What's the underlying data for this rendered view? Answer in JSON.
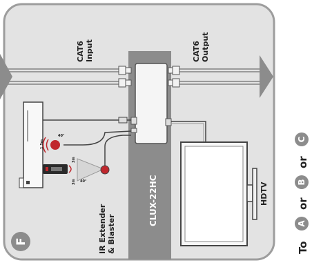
{
  "panel_letter": "F",
  "device_name": "CLUX-22HC",
  "cat6_input": {
    "line1": "CAT6",
    "line2": "Input"
  },
  "cat6_output": {
    "line1": "CAT6",
    "line2": "Output"
  },
  "ir_label": {
    "line1": "IR Extender",
    "line2": "& Blaster"
  },
  "hdtv_label": "HDTV",
  "ir_range": {
    "near": "1.5m",
    "angle1": "40°",
    "far1": "3m",
    "far2": "3m",
    "angle2": "40°"
  },
  "destination": {
    "to": "To",
    "a": "A",
    "or1": "or",
    "b": "B",
    "or2": "or",
    "c": "C"
  },
  "colors": {
    "panel": "#e3e3e3",
    "panel_border": "#9d9d9d",
    "device_column": "#8c8c8c",
    "arrow": "#8c8c8c",
    "ir_red": "#c0272d",
    "badge": "#8c8c8c"
  }
}
